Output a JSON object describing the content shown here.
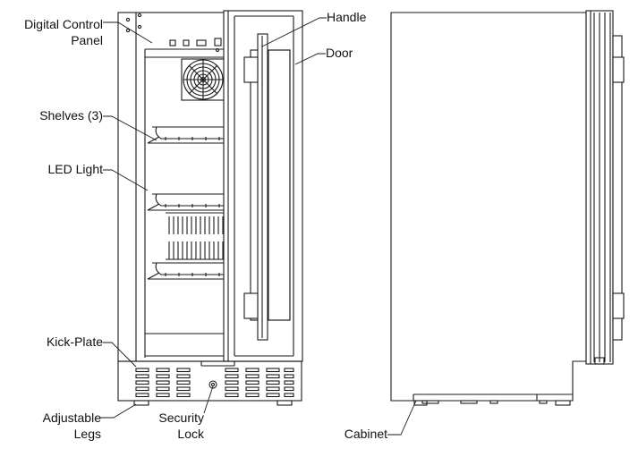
{
  "labels": {
    "digital_control_panel_1": "Digital Control",
    "digital_control_panel_2": "Panel",
    "shelves": "Shelves (3)",
    "led_light": "LED Light",
    "kick_plate": "Kick-Plate",
    "adjustable_legs_1": "Adjustable",
    "adjustable_legs_2": "Legs",
    "security_lock_1": "Security",
    "security_lock_2": "Lock",
    "handle": "Handle",
    "door": "Door",
    "cabinet": "Cabinet"
  },
  "colors": {
    "line": "#1a1a1a",
    "background": "#ffffff"
  }
}
